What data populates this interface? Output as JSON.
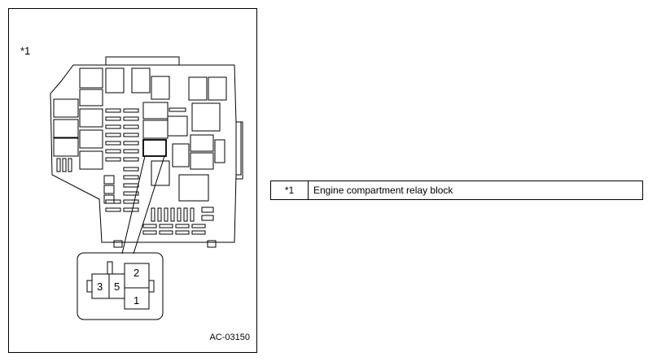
{
  "figure": {
    "callout": "*1",
    "code": "AC-03150",
    "connector_pins": [
      "3",
      "5",
      "2",
      "1"
    ]
  },
  "legend": {
    "rows": [
      {
        "key": "*1",
        "description": "Engine compartment relay block"
      }
    ]
  }
}
